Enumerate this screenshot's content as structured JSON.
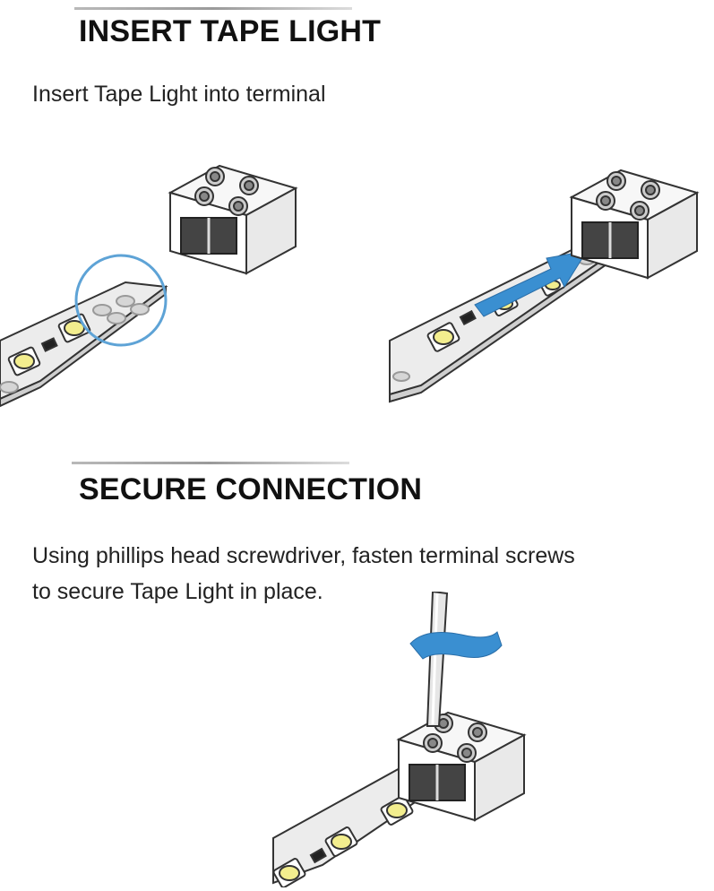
{
  "section1": {
    "heading": "INSERT TAPE LIGHT",
    "instruction": "Insert Tape Light into terminal"
  },
  "section2": {
    "heading": "SECURE CONNECTION",
    "instruction_line1": "Using phillips head screwdriver, fasten terminal screws",
    "instruction_line2": "to secure Tape Light in place."
  },
  "colors": {
    "accent_blue": "#3a8fd1",
    "circle_highlight": "#5ea3d6",
    "led_yellow": "#f3ee8e",
    "outline": "#333333"
  },
  "icons": [
    "terminal-block",
    "tape-light-strip",
    "highlight-circle",
    "insert-arrow",
    "screwdriver",
    "rotation-arrow"
  ]
}
